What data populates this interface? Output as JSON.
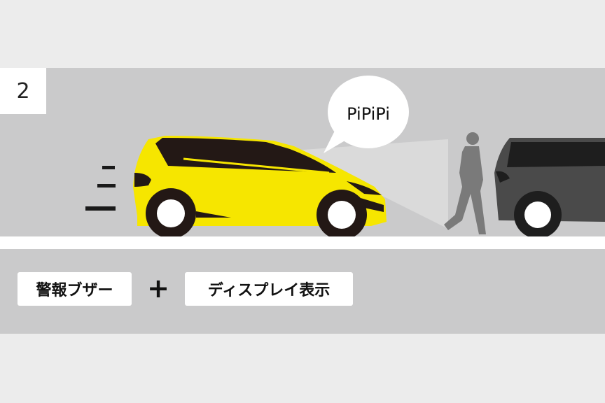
{
  "step_number": "2",
  "speech_bubble": {
    "text": "PiPiPi"
  },
  "labels": {
    "warning": "警報ブザー",
    "plus": "+",
    "display": "ディスプレイ表示"
  },
  "colors": {
    "background": "#ececec",
    "scene": "#cacacb",
    "car_yellow": "#f6e600",
    "car_dark": "#4a4a4a",
    "pedestrian": "#7a7a7a"
  },
  "icons": [
    "motion-lines-icon",
    "yellow-car-icon",
    "speech-bubble-icon",
    "pedestrian-icon",
    "dark-car-icon",
    "sensor-beam-icon"
  ]
}
